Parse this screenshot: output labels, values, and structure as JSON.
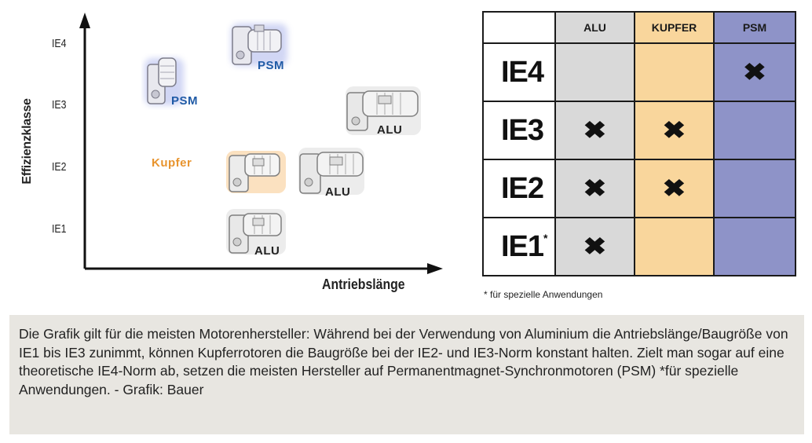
{
  "diagram": {
    "y_axis_label": "Effizienzklasse",
    "x_axis_label": "Antriebslänge",
    "y_ticks": [
      "IE4",
      "IE3",
      "IE2",
      "IE1"
    ],
    "motors": [
      {
        "label": "PSM",
        "class": "IE4",
        "rotor": "psm"
      },
      {
        "label": "PSM",
        "class": "IE3",
        "rotor": "psm"
      },
      {
        "label": "ALU",
        "class": "IE3",
        "rotor": "alu"
      },
      {
        "label": "Kupfer",
        "class": "IE2",
        "rotor": "kupfer"
      },
      {
        "label": "ALU",
        "class": "IE2",
        "rotor": "alu"
      },
      {
        "label": "ALU",
        "class": "IE1",
        "rotor": "alu"
      }
    ],
    "colors": {
      "alu": "#d4d4d4",
      "kupfer": "#f7c98c",
      "psm": "#8f94c9"
    }
  },
  "matrix": {
    "columns": [
      "ALU",
      "KUPFER",
      "PSM"
    ],
    "rows": [
      {
        "label": "IE4",
        "note": "",
        "alu": "",
        "kupfer": "",
        "psm": "✖"
      },
      {
        "label": "IE3",
        "note": "",
        "alu": "✖",
        "kupfer": "✖",
        "psm": ""
      },
      {
        "label": "IE2",
        "note": "",
        "alu": "✖",
        "kupfer": "✖",
        "psm": ""
      },
      {
        "label": "IE1",
        "note": "*",
        "alu": "✖",
        "kupfer": "",
        "psm": ""
      }
    ],
    "footnote": "* für spezielle Anwendungen",
    "colors": {
      "alu": "#d9d9d9",
      "kupfer": "#f9d69c",
      "psm": "#8e93c8",
      "header_blank": "#ffffff"
    }
  },
  "caption": "Die Grafik gilt für die meisten Motorenhersteller: Während bei der Verwendung von Aluminium die Antriebslänge/Baugröße von IE1 bis IE3 zunimmt, können Kupferrotoren die Baugröße bei der IE2- und IE3-Norm konstant halten. Zielt man sogar auf eine theoretische IE4-Norm ab, setzen die meisten Hersteller auf Permanentmagnet-Synchronmotoren (PSM) *für spezielle Anwendungen. - Grafik: Bauer"
}
